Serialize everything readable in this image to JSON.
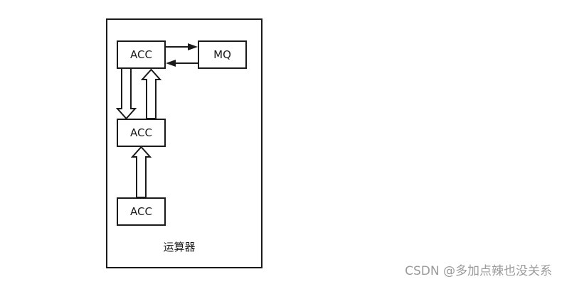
{
  "diagram": {
    "container_label": "运算器",
    "nodes": {
      "acc_top": "ACC",
      "mq": "MQ",
      "acc_mid": "ACC",
      "acc_bottom": "ACC"
    }
  },
  "watermark": "CSDN @多加点辣也没关系",
  "colors": {
    "stroke": "#1a1a1a",
    "background": "#ffffff",
    "watermark": "#9a9a9a"
  }
}
